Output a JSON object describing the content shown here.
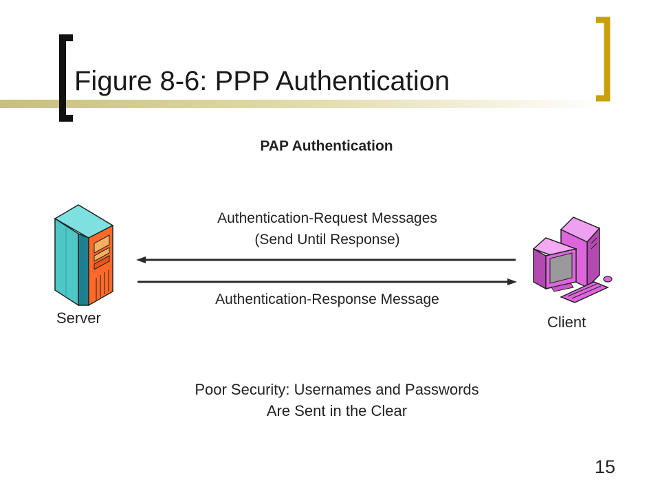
{
  "slide": {
    "title": "Figure 8-6: PPP Authentication",
    "page_number": "15",
    "accent_color": "#c8a10a"
  },
  "diagram": {
    "subtitle": "PAP Authentication",
    "request_line1": "Authentication-Request Messages",
    "request_line2": "(Send Until Response)",
    "response_label": "Authentication-Response Message",
    "server_label": "Server",
    "client_label": "Client",
    "note_line1": "Poor Security: Usernames and Passwords",
    "note_line2": "Are Sent in the Clear"
  }
}
